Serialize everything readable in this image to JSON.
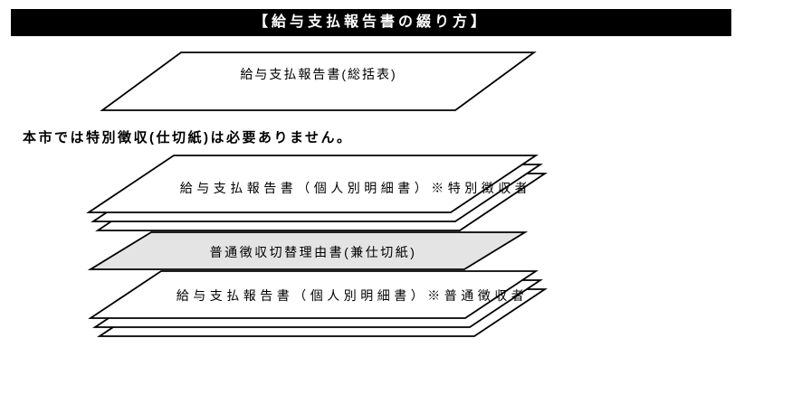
{
  "title_bar": {
    "text": "【給与支払報告書の綴り方】",
    "bg_color": "#000000",
    "text_color": "#ffffff"
  },
  "note": {
    "text": "本市では特別徴収(仕切紙)は必要ありません。"
  },
  "diagram": {
    "outline_color": "#000000",
    "sheet_fill": "#ffffff",
    "summary_sheet": {
      "label": "給与支払報告書(総括表)"
    },
    "special_collection_stack": {
      "label": "給与支払報告書（個人別明細書）※特別徴収者",
      "sheet_count": 3
    },
    "divider_sheet": {
      "label": "普通徴収切替理由書(兼仕切紙)",
      "fill": "#e4e4e4"
    },
    "ordinary_collection_stack": {
      "label": "給与支払報告書（個人別明細書）※普通徴収者",
      "sheet_count": 3
    }
  }
}
